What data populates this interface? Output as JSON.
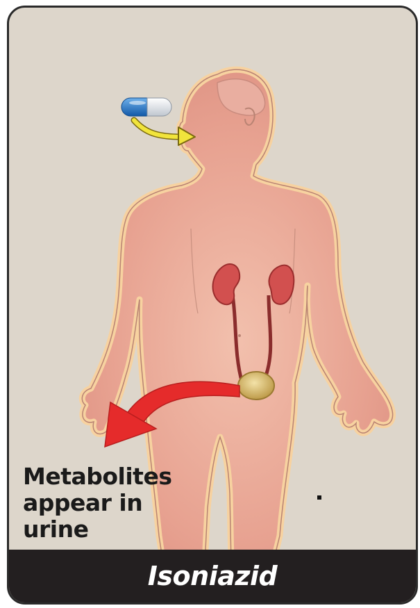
{
  "caption_lines": [
    "Metabolites",
    "appear in",
    "urine"
  ],
  "drug_name": "Isoniazid",
  "colors": {
    "background": "#ddd6cb",
    "body_fill": "#e7a190",
    "body_glow": "#f7d2a0",
    "kidney": "#d2504f",
    "bladder": "#d8bb6c",
    "ureter": "#8a2c2c",
    "excretion_arrow": "#e52b2b",
    "ingestion_arrow": "#f1e43c",
    "capsule_blue": "#1e73c8",
    "footer": "#231f20"
  },
  "icons": [
    "capsule-icon",
    "ingestion-arrow-icon",
    "excretion-arrow-icon"
  ]
}
